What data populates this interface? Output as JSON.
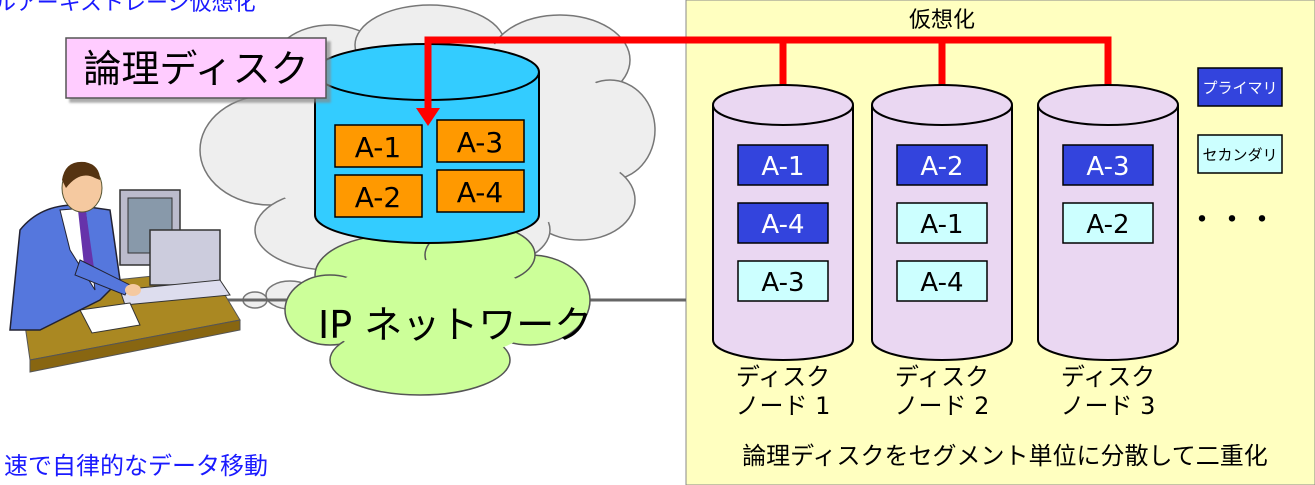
{
  "left": {
    "title_partial": "ルアーキストレージ仮想化",
    "logical_disk_label": "論理ディスク",
    "segments": [
      "A-1",
      "A-3",
      "A-2",
      "A-4"
    ],
    "network_label": "IP ネットワーク",
    "bottom_text": "速で自律的なデータ移動"
  },
  "right": {
    "virtualization_label": "仮想化",
    "legend": {
      "primary": "プライマリ",
      "secondary": "セカンダリ"
    },
    "ellipsis": "・・・",
    "nodes": [
      {
        "label_line1": "ディスク",
        "label_line2": "ノード 1",
        "segments": [
          {
            "label": "A-1",
            "role": "primary"
          },
          {
            "label": "A-4",
            "role": "primary"
          },
          {
            "label": "A-3",
            "role": "secondary"
          }
        ]
      },
      {
        "label_line1": "ディスク",
        "label_line2": "ノード 2",
        "segments": [
          {
            "label": "A-2",
            "role": "primary"
          },
          {
            "label": "A-1",
            "role": "secondary"
          },
          {
            "label": "A-4",
            "role": "secondary"
          }
        ]
      },
      {
        "label_line1": "ディスク",
        "label_line2": "ノード 3",
        "segments": [
          {
            "label": "A-3",
            "role": "primary"
          },
          {
            "label": "A-2",
            "role": "secondary"
          }
        ]
      }
    ],
    "caption": "論理ディスクをセグメント単位に分散して二重化"
  },
  "colors": {
    "panel_bg": "#ffffc0",
    "primary": "#3344dd",
    "secondary": "#ccffff",
    "disk_fill": "#ead7f2",
    "arrow": "#ff0000",
    "logical_disk_fill": "#33ccff",
    "segment_orange": "#ff9900",
    "label_box": "#ffccff"
  }
}
